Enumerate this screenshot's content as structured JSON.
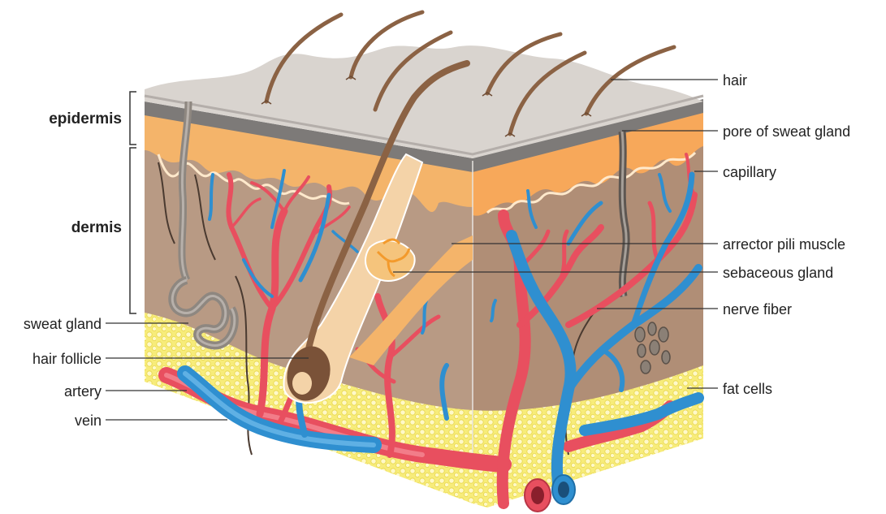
{
  "diagram": {
    "layers": {
      "epidermis": "epidermis",
      "dermis": "dermis"
    },
    "labels_left": {
      "sweat_gland": "sweat gland",
      "hair_follicle": "hair follicle",
      "artery": "artery",
      "vein": "vein"
    },
    "labels_right": {
      "hair": "hair",
      "pore_of_sweat_gland": "pore of sweat gland",
      "capillary": "capillary",
      "arrector_pili_muscle": "arrector pili muscle",
      "sebaceous_gland": "sebaceous gland",
      "nerve_fiber": "nerve fiber",
      "fat_cells": "fat cells"
    },
    "colors": {
      "epidermis_top": "#d9d4cf",
      "epidermis_band": "#7d7a78",
      "papillary": "#f4b46a",
      "dermis": "#b89a84",
      "fat": "#f7ec7a",
      "artery": "#e84f5f",
      "vein": "#2f8fd0",
      "hair": "#8b6244",
      "muscle": "#f39a2c",
      "sweat_gland": "#8e8780"
    }
  }
}
